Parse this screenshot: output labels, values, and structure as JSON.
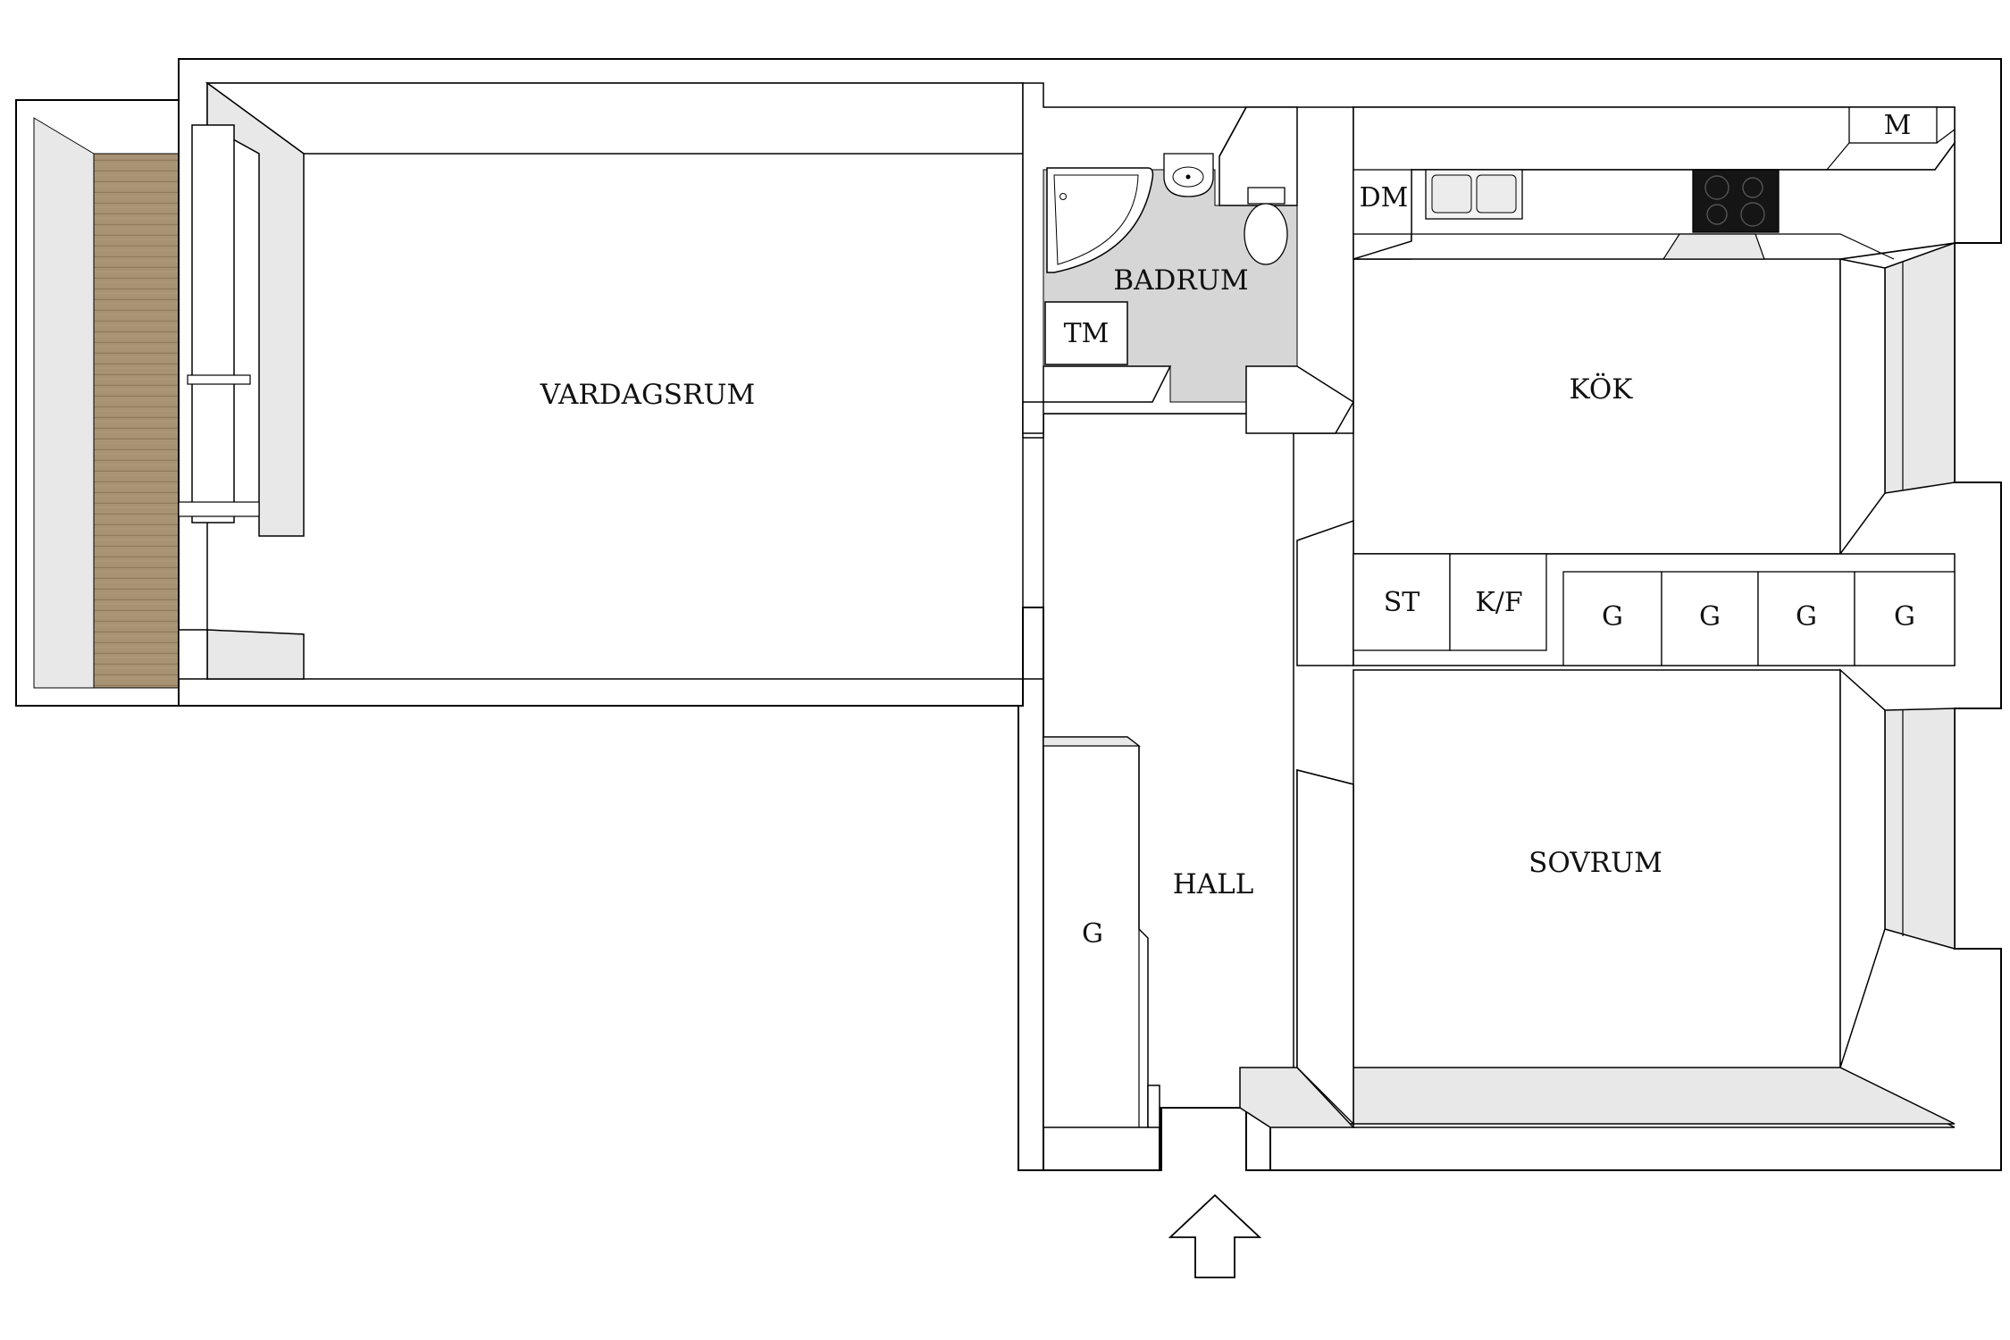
{
  "rooms": {
    "living": "VARDAGSRUM",
    "bath": "BADRUM",
    "kitchen": "KÖK",
    "hall": "HALL",
    "bedroom": "SOVRUM"
  },
  "fixtures": {
    "tm": "TM",
    "dm": "DM",
    "m": "M",
    "st": "ST",
    "kf": "K/F",
    "g1": "G",
    "g2": "G",
    "g3": "G",
    "g4": "G",
    "hall_g": "G"
  },
  "colors": {
    "wall_fill": "#ffffff",
    "wall_line": "#000000",
    "wall_shade": "#e8e8e8",
    "bath_floor": "#d6d6d6",
    "balcony_wood": "#a89274",
    "cooktop": "#151515"
  }
}
